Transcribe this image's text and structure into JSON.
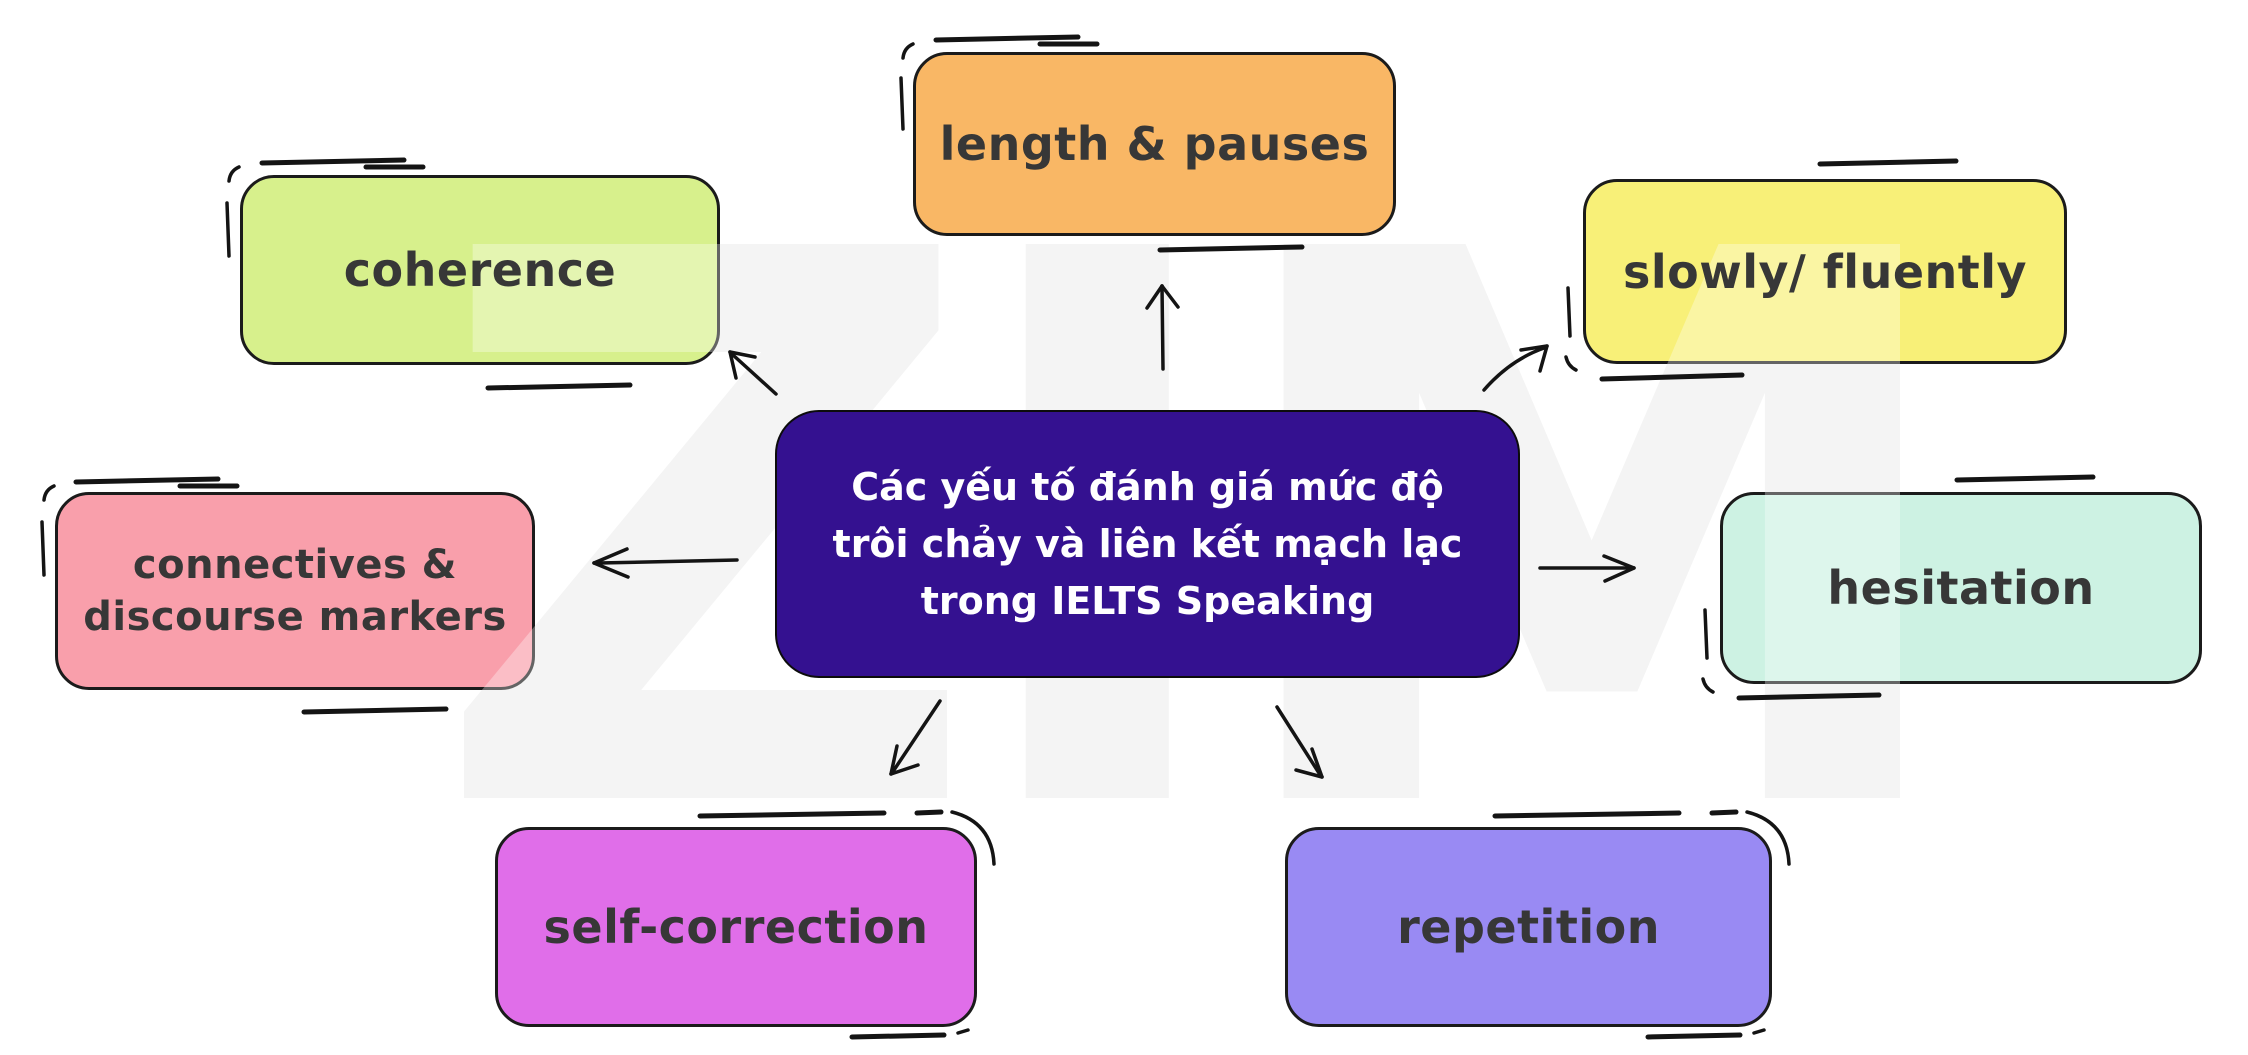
{
  "watermark": "ZIM",
  "diagram": {
    "center": {
      "lines": [
        "Các yếu tố đánh giá mức độ",
        "trôi chảy và liên kết mạch lạc",
        "trong IELTS Speaking"
      ],
      "bg": "#341190",
      "text_color": "#ffffff"
    },
    "nodes": [
      {
        "id": "length-pauses",
        "label": "length & pauses",
        "bg": "#f9b765"
      },
      {
        "id": "coherence",
        "label": "coherence",
        "bg": "#d7f08c"
      },
      {
        "id": "slowly-fluently",
        "label": "slowly/ fluently",
        "bg": "#f8f078"
      },
      {
        "id": "connectives-discourse-markers",
        "label": "connectives & discourse markers",
        "bg": "#f99fab"
      },
      {
        "id": "hesitation",
        "label": "hesitation",
        "bg": "#cdf2e3"
      },
      {
        "id": "self-correction",
        "label": "self-correction",
        "bg": "#e06ee9"
      },
      {
        "id": "repetition",
        "label": "repetition",
        "bg": "#998af3"
      }
    ],
    "ink_color": "#141414"
  }
}
